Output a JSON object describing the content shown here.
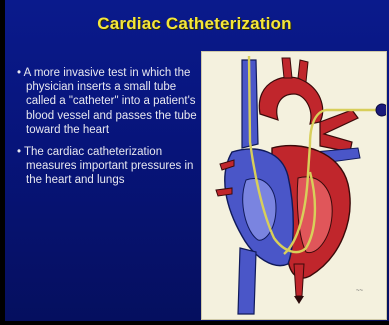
{
  "slide": {
    "title": "Cardiac Catheterization",
    "bullets": [
      "A more invasive test in which the physician inserts a small tube called a \"catheter\" into a patient's blood vessel and passes the tube toward the heart",
      "The cardiac catheterization measures important pressures in the heart and lungs"
    ],
    "colors": {
      "background": "#0a1a8c",
      "title": "#f5e63a",
      "text": "#e8e8f0",
      "figure_background": "#f4f1de",
      "artery_red": "#c0262c",
      "vein_blue": "#4a56c8",
      "catheter": "#d8cf5a"
    },
    "figure": {
      "icon": "heart-catheter-illustration"
    }
  }
}
